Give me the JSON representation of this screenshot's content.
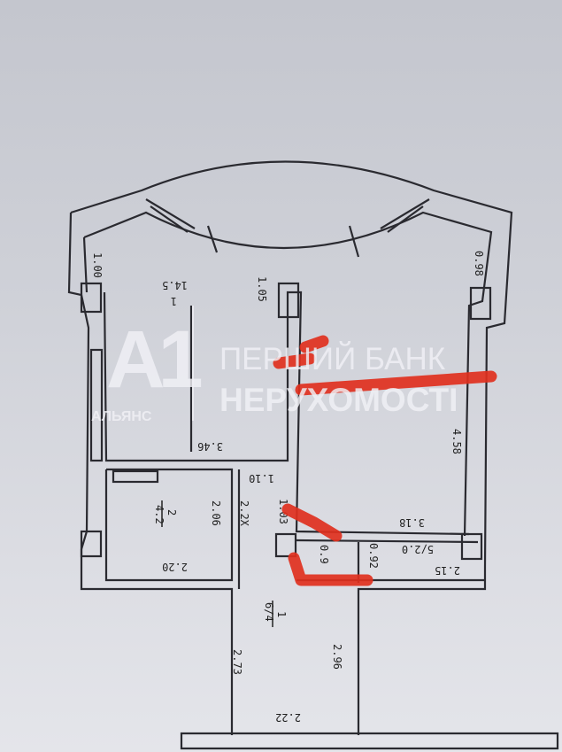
{
  "plan": {
    "labels": {
      "left_wall": "1.00",
      "center_wall": "1.05",
      "right_wall": "0.98",
      "room1_area": "14.5",
      "room1_num": "1",
      "room1_width": "3.46",
      "door_width": "1.10",
      "room2_height": "2.06",
      "corridor_width": "2.2X",
      "corridor_door": "1.03",
      "room3_width": "3.18",
      "bath_door": "0.9",
      "bath_side": "0.92",
      "bath_area": "5/2.0",
      "bath_width": "2.15",
      "room2_area": "4.2",
      "room2_num": "2",
      "room2_width": "2.20",
      "hall_area": "6/4",
      "hall_num": "1",
      "hall_left": "2.73",
      "hall_right": "2.96",
      "entry_width": "2.22",
      "room3_height": "4.58"
    }
  },
  "watermark": {
    "logo_letter": "A1",
    "logo_caption": "АЛЬЯНС",
    "line1": "ПЕРШИЙ БАНК",
    "line2": "НЕРУХОМОСТІ"
  }
}
